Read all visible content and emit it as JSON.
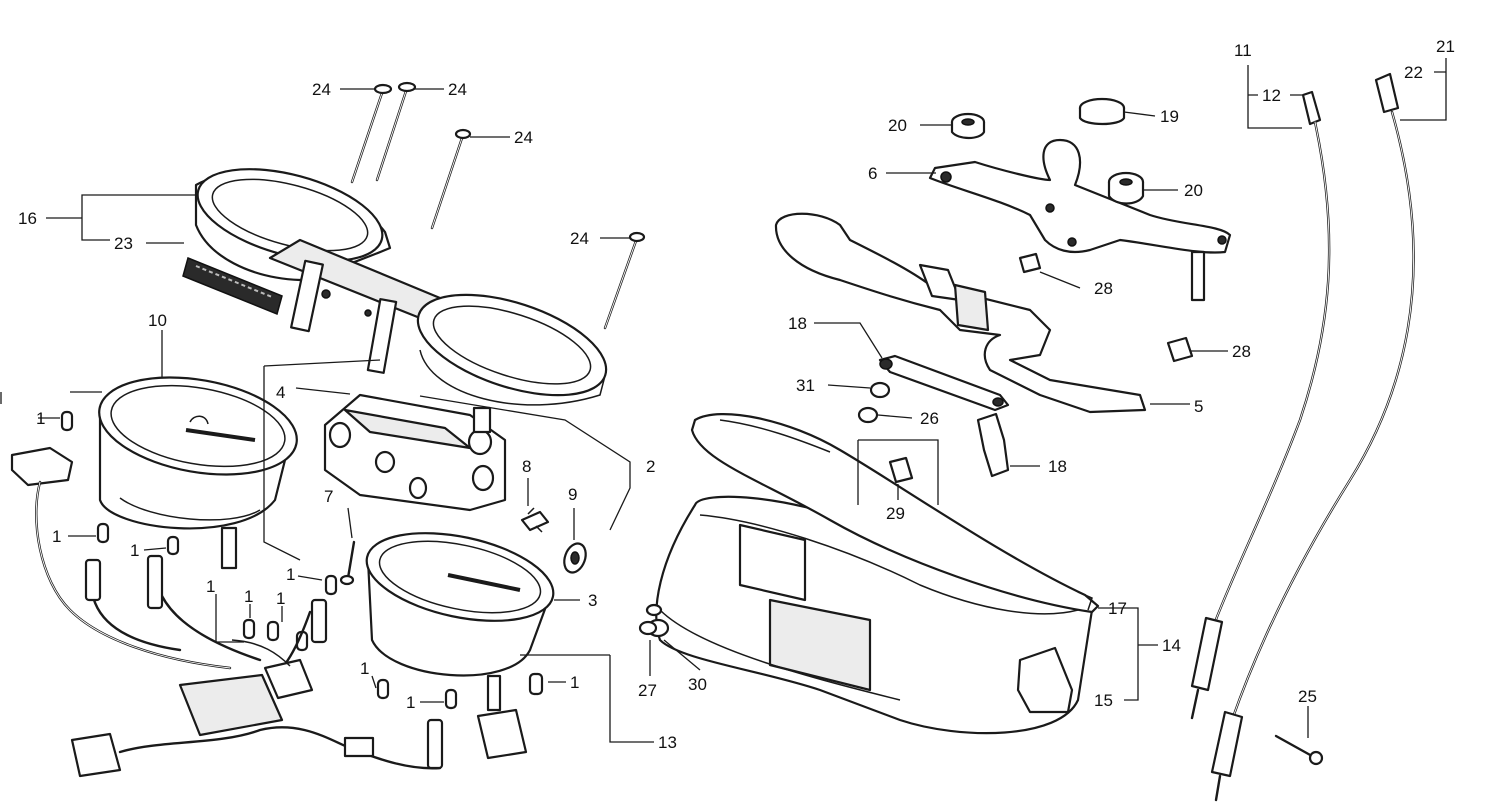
{
  "diagram": {
    "callouts": [
      {
        "id": "c1a",
        "text": "1"
      },
      {
        "id": "c1b",
        "text": "1"
      },
      {
        "id": "c1c",
        "text": "1"
      },
      {
        "id": "c1d",
        "text": "1"
      },
      {
        "id": "c1e",
        "text": "1"
      },
      {
        "id": "c1f",
        "text": "1"
      },
      {
        "id": "c1g",
        "text": "1"
      },
      {
        "id": "c1h",
        "text": "1"
      },
      {
        "id": "c1i",
        "text": "1"
      },
      {
        "id": "c1j",
        "text": "1"
      },
      {
        "id": "c2",
        "text": "2"
      },
      {
        "id": "c3",
        "text": "3"
      },
      {
        "id": "c4",
        "text": "4"
      },
      {
        "id": "c5",
        "text": "5"
      },
      {
        "id": "c6",
        "text": "6"
      },
      {
        "id": "c7",
        "text": "7"
      },
      {
        "id": "c8",
        "text": "8"
      },
      {
        "id": "c9",
        "text": "9"
      },
      {
        "id": "c10",
        "text": "10"
      },
      {
        "id": "c11",
        "text": "11"
      },
      {
        "id": "c12",
        "text": "12"
      },
      {
        "id": "c13",
        "text": "13"
      },
      {
        "id": "c14",
        "text": "14"
      },
      {
        "id": "c15",
        "text": "15"
      },
      {
        "id": "c16",
        "text": "16"
      },
      {
        "id": "c17",
        "text": "17"
      },
      {
        "id": "c18a",
        "text": "18"
      },
      {
        "id": "c18b",
        "text": "18"
      },
      {
        "id": "c19",
        "text": "19"
      },
      {
        "id": "c20a",
        "text": "20"
      },
      {
        "id": "c20b",
        "text": "20"
      },
      {
        "id": "c21",
        "text": "21"
      },
      {
        "id": "c22",
        "text": "22"
      },
      {
        "id": "c23",
        "text": "23"
      },
      {
        "id": "c24a",
        "text": "24"
      },
      {
        "id": "c24b",
        "text": "24"
      },
      {
        "id": "c24c",
        "text": "24"
      },
      {
        "id": "c24d",
        "text": "24"
      },
      {
        "id": "c25",
        "text": "25"
      },
      {
        "id": "c26",
        "text": "26"
      },
      {
        "id": "c27",
        "text": "27"
      },
      {
        "id": "c28a",
        "text": "28"
      },
      {
        "id": "c28b",
        "text": "28"
      },
      {
        "id": "c29",
        "text": "29"
      },
      {
        "id": "c30",
        "text": "30"
      },
      {
        "id": "c31",
        "text": "31"
      }
    ]
  }
}
